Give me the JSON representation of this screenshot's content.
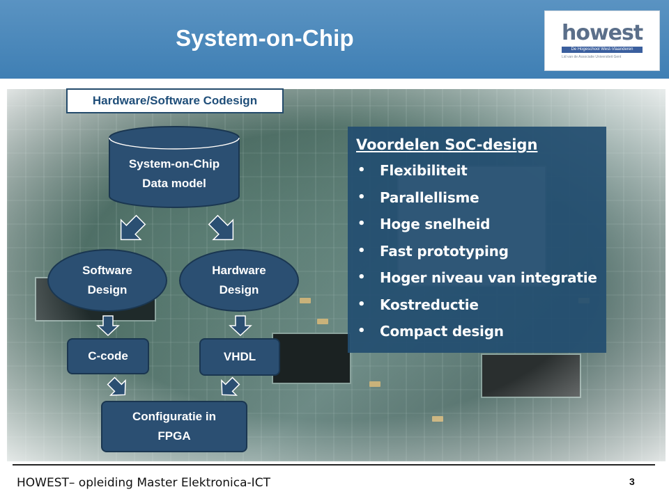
{
  "slide": {
    "title": "System-on-Chip",
    "subtitle_box": "Hardware/Software Codesign"
  },
  "logo": {
    "word": "howest",
    "band": "De Hogeschool West-Vlaanderen",
    "sub": "Lid van de Associatie Universiteit Gent"
  },
  "diagram": {
    "database": {
      "line1": "System-on-Chip",
      "line2": "Data model"
    },
    "software": {
      "line1": "Software",
      "line2": "Design"
    },
    "hardware": {
      "line1": "Hardware",
      "line2": "Design"
    },
    "ccode": "C-code",
    "vhdl": "VHDL",
    "fpga": {
      "line1": "Configuratie in",
      "line2": "FPGA"
    }
  },
  "advantages": {
    "title": "Voordelen  SoC-design",
    "items": [
      "Flexibiliteit",
      "Parallellisme",
      "Hoge snelheid",
      "Fast prototyping",
      "Hoger niveau van integratie",
      "Kostreductie",
      "Compact design"
    ]
  },
  "footer": {
    "text": "HOWEST– opleiding Master Elektronica-ICT",
    "page": "3"
  },
  "colors": {
    "header": "#4a88bd",
    "shape_fill": "#2b4f72",
    "panel_fill": "#224e70",
    "arrow": "#2b4f72"
  }
}
